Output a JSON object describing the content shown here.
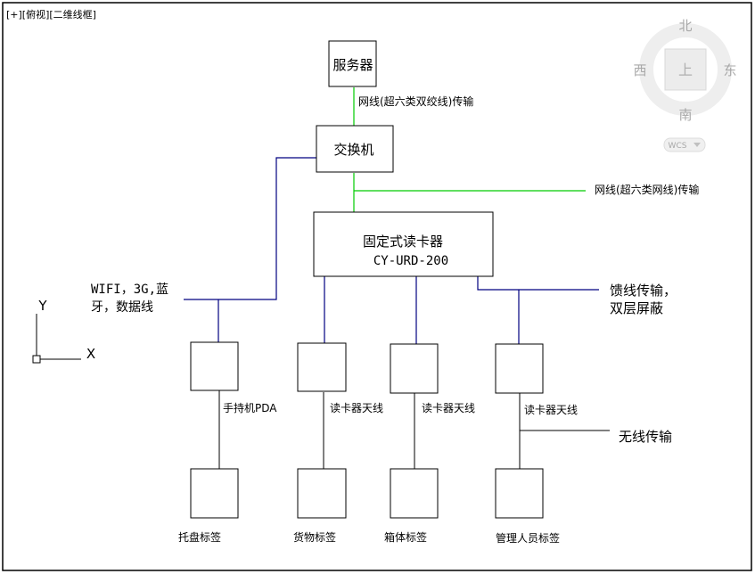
{
  "viewport_label": "[+][俯视][二维线框]",
  "colors": {
    "ethernet_line": "#00cc00",
    "feeder_line": "#000080",
    "wire_line": "#000000"
  },
  "nodes": {
    "server": "服务器",
    "switch": "交换机",
    "reader_title": "固定式读卡器",
    "reader_model": "CY-URD-200"
  },
  "links": {
    "server_switch": "网线(超六类双绞线)传输",
    "switch_reader": "网线(超六类网线)传输",
    "wifi_line1": "WIFI，3G,蓝",
    "wifi_line2": "牙，数据线",
    "feeder_line1": "馈线传输，",
    "feeder_line2": "双层屏蔽",
    "wireless": "无线传输"
  },
  "devices": [
    {
      "label": "手持机PDA",
      "tag": "托盘标签"
    },
    {
      "label": "读卡器天线",
      "tag": "货物标签"
    },
    {
      "label": "读卡器天线",
      "tag": "箱体标签"
    },
    {
      "label": "读卡器天线",
      "tag": "管理人员标签"
    }
  ],
  "compass": {
    "north": "北",
    "south": "南",
    "east": "东",
    "west": "西",
    "center": "上",
    "wcs": "WCS"
  },
  "ucs": {
    "x": "X",
    "y": "Y"
  }
}
